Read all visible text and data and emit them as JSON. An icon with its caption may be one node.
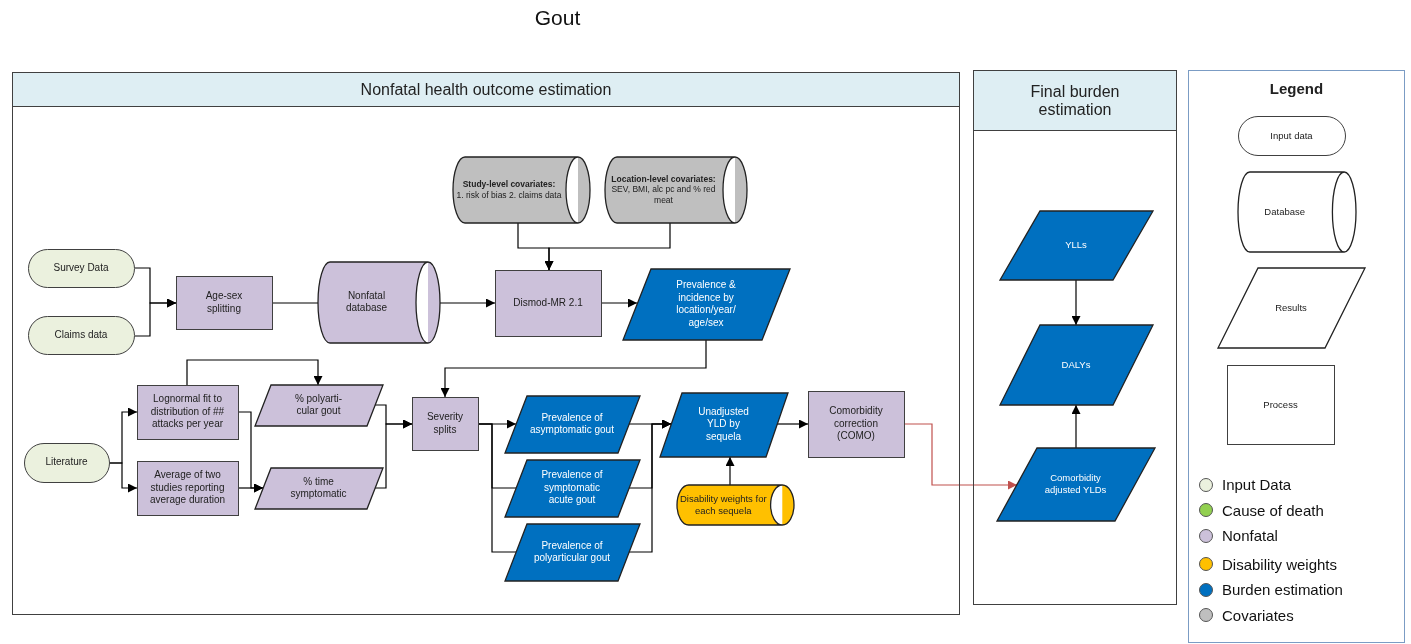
{
  "diagram": {
    "title": "Gout",
    "nodes": [
      {
        "text": [
          "Nonfatal health outcome estimation"
        ]
      },
      {
        "text": [
          "Final burden estimation"
        ]
      },
      {
        "text": [
          "Legend"
        ]
      },
      {
        "text": [
          "Study-level covariates:",
          "1. risk of bias 2. claims data"
        ],
        "in": 0
      },
      {
        "text": [
          "Location-level covariates:",
          "SEV, BMI, alc pc and % red meat"
        ],
        "in": 0
      },
      {
        "text": [
          "Survey Data"
        ],
        "in": 0
      },
      {
        "text": [
          "Claims data"
        ],
        "in": 0
      },
      {
        "text": [
          "Age-sex splitting"
        ],
        "in": 0
      },
      {
        "text": [
          "Nonfatal database"
        ],
        "in": 0
      },
      {
        "text": [
          "Dismod-MR 2.1"
        ],
        "in": 0
      },
      {
        "text": [
          "Prevalence & incidence by location/year/ age/sex"
        ],
        "in": 0
      },
      {
        "text": [
          "Literature"
        ],
        "in": 0
      },
      {
        "text": [
          "Lognormal fit to distribution of ## attacks per year"
        ],
        "in": 0
      },
      {
        "text": [
          "Average of two studies reporting average duration"
        ],
        "in": 0
      },
      {
        "text": [
          "% polyarti-cular gout"
        ],
        "in": 0
      },
      {
        "text": [
          "% time symptomatic"
        ],
        "in": 0
      },
      {
        "text": [
          "Severity splits"
        ],
        "in": 0
      },
      {
        "text": [
          "Prevalence of asymptomatic gout"
        ],
        "in": 0
      },
      {
        "text": [
          "Prevalence of symptomatic acute gout"
        ],
        "in": 0
      },
      {
        "text": [
          "Prevalence of polyarticular gout"
        ],
        "in": 0
      },
      {
        "text": [
          "Unadjusted YLD by sequela"
        ],
        "in": 0
      },
      {
        "text": [
          "Disability weights for each sequela"
        ],
        "in": 0
      },
      {
        "text": [
          "Comorbidity correction (COMO)"
        ],
        "in": 0
      },
      {
        "text": [
          "YLLs"
        ],
        "in": 1
      },
      {
        "text": [
          "DALYs"
        ],
        "in": 1
      },
      {
        "text": [
          "Comorbidity adjusted YLDs"
        ],
        "in": 1
      },
      {
        "text": [
          "Input data"
        ],
        "in": 2
      },
      {
        "text": [
          "Database"
        ],
        "in": 2
      },
      {
        "text": [
          "Results"
        ],
        "in": 2
      },
      {
        "text": [
          "Process"
        ],
        "in": 2
      }
    ],
    "edges": [
      {
        "from": 5,
        "to": 7,
        "arrow": "to"
      },
      {
        "from": 6,
        "to": 7,
        "arrow": "to"
      },
      {
        "from": 7,
        "to": 8,
        "arrow": "none"
      },
      {
        "from": 8,
        "to": 9,
        "arrow": "to"
      },
      {
        "from": 3,
        "to": 9,
        "arrow": "to"
      },
      {
        "from": 4,
        "to": 9,
        "arrow": "to"
      },
      {
        "from": 9,
        "to": 10,
        "arrow": "to"
      },
      {
        "from": 10,
        "to": 16,
        "arrow": "to"
      },
      {
        "from": 11,
        "to": 12,
        "arrow": "to"
      },
      {
        "from": 11,
        "to": 13,
        "arrow": "to"
      },
      {
        "from": 12,
        "to": 15,
        "arrow": "to"
      },
      {
        "from": 13,
        "to": 15,
        "arrow": "to"
      },
      {
        "from": 12,
        "to": 14,
        "arrow": "to"
      },
      {
        "from": 14,
        "to": 16,
        "arrow": "to"
      },
      {
        "from": 15,
        "to": 16,
        "arrow": "to"
      },
      {
        "from": 16,
        "to": 17,
        "arrow": "to"
      },
      {
        "from": 16,
        "to": 18,
        "arrow": "none"
      },
      {
        "from": 16,
        "to": 19,
        "arrow": "none"
      },
      {
        "from": 17,
        "to": 20,
        "arrow": "to"
      },
      {
        "from": 18,
        "to": 20,
        "arrow": "to"
      },
      {
        "from": 19,
        "to": 20,
        "arrow": "to"
      },
      {
        "from": 21,
        "to": 20,
        "arrow": "to"
      },
      {
        "from": 20,
        "to": 22,
        "arrow": "to"
      },
      {
        "from": 22,
        "to": 25,
        "arrow": "to",
        "color": "#c0504d"
      },
      {
        "from": 23,
        "to": 24,
        "arrow": "to"
      },
      {
        "from": 25,
        "to": 24,
        "arrow": "to"
      }
    ],
    "legend": [
      {
        "text": "Input Data",
        "color": "#ebf1de"
      },
      {
        "text": "Cause of death",
        "color": "#92d050"
      },
      {
        "text": "Nonfatal",
        "color": "#ccc1da"
      },
      {
        "text": "Disability weights",
        "color": "#ffc000"
      },
      {
        "text": "Burden estimation",
        "color": "#0070c0"
      },
      {
        "text": "Covariates",
        "color": "#bfbfbf"
      }
    ]
  }
}
